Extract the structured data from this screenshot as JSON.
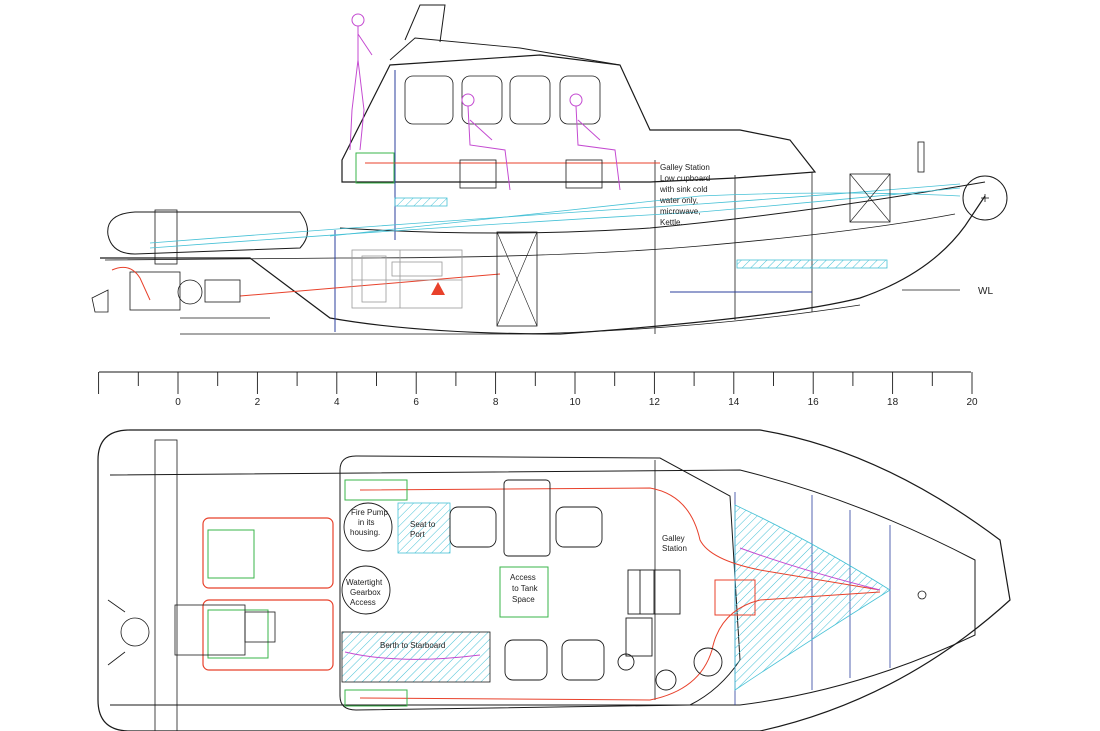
{
  "profile": {
    "galley_note": [
      "Galley Station",
      "Low cupboard",
      "with sink cold",
      "water only,",
      "microwave,",
      "Kettle."
    ],
    "waterline_label": "WL"
  },
  "scale": {
    "labels": [
      "0",
      "2",
      "4",
      "6",
      "8",
      "10",
      "12",
      "14",
      "16",
      "18",
      "20"
    ]
  },
  "plan": {
    "fire_pump": [
      "Fire Pump",
      "in its",
      "housing."
    ],
    "seat_to_port": [
      "Seat to",
      "Port"
    ],
    "watertight_access": [
      "Watertight",
      "Gearbox",
      "Access"
    ],
    "access_tank": [
      "Access",
      "to Tank",
      "Space"
    ],
    "galley_station": [
      "Galley",
      "Station"
    ],
    "berth": "Berth to Starboard"
  },
  "colors": {
    "outline": "#1a1a1a",
    "structure_blue": "#2b3f9e",
    "waterline_cyan": "#46c1d6",
    "piping_red": "#e8412b",
    "hatch_green": "#39b54a",
    "figure_magenta": "#c44bd1",
    "hazard": "#e8412b"
  }
}
